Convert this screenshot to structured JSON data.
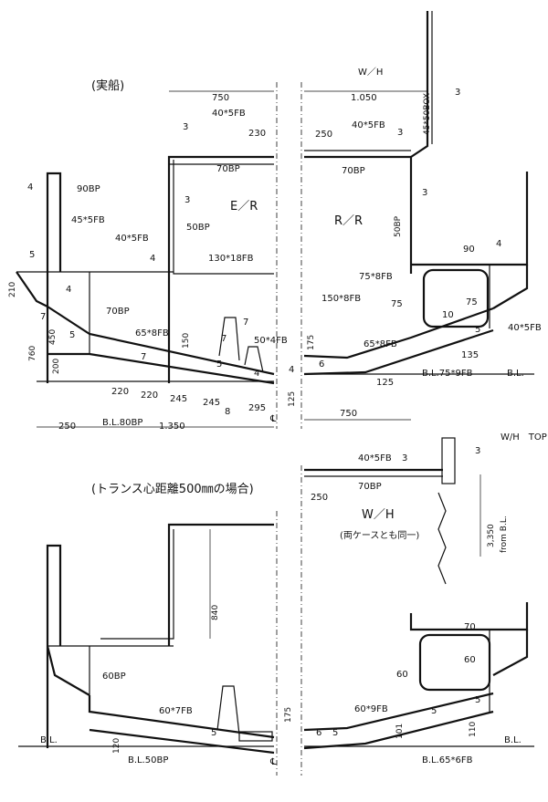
{
  "upper": {
    "title": "(実船)",
    "dims": {
      "d750_top": "750",
      "d1050": "1.050",
      "wh": "W／H",
      "d3_right": "3",
      "box": "45*50BOX",
      "fb40_left": "40*5FB",
      "fb40_right": "40*5FB",
      "d3_a": "3",
      "d3_b": "3",
      "d230": "230",
      "d250": "250",
      "bp70_left": "70BP",
      "bp70_right": "70BP",
      "d4_top": "4",
      "bp90": "90BP",
      "d3_er": "3",
      "er": "E／R",
      "rr": "R／R",
      "d3_rr": "3",
      "bp50_left": "50BP",
      "bp50_right": "50BP",
      "fb45": "45*5FB",
      "fb40_mid": "40*5FB",
      "d5": "5",
      "d4_mid": "4",
      "fb130": "130*18FB",
      "d90": "90",
      "d4_right": "4",
      "d210": "210",
      "bp70_bottom": "70BP",
      "fb75": "75*8FB",
      "fb150": "150*8FB",
      "d75_a": "75",
      "d75_b": "75",
      "d7_a": "7",
      "d4_box": "4",
      "d7_b": "7",
      "d7_c": "7",
      "d10": "10",
      "d5_right": "5",
      "fb40_bottom": "40*5FB",
      "fb65_left": "65*8FB",
      "fb65_right": "65*8FB",
      "d150": "150",
      "fb50": "50*4FB",
      "d175": "175",
      "d450": "450",
      "d760": "760",
      "d5_left": "5",
      "d200": "200",
      "d5_mid": "5",
      "d7_low": "7",
      "d4_low": "4",
      "d4_c": "4",
      "d6": "6",
      "d135": "135",
      "d220_a": "220",
      "d220_b": "220",
      "d245_a": "245",
      "d245_b": "245",
      "d8": "8",
      "d295": "295",
      "d125_a": "125",
      "d125_b": "125",
      "bl_right": "B.L.75*9FB",
      "bl_right2": "B.L.",
      "d250_bottom": "250",
      "bl80": "B.L.80BP",
      "d1350": "1.350",
      "d750_bottom": "750",
      "cl": "℄"
    }
  },
  "lower": {
    "title": "(トランス心距離500㎜の場合)",
    "wh_top": "W/H　TOP",
    "fb40": "40*5FB",
    "d3_a": "3",
    "d3_b": "3",
    "bp70": "70BP",
    "d250": "250",
    "wh": "W／H",
    "note": "(両ケースとも同一)",
    "d3350": "3,350",
    "from_bl": "from B.L.",
    "d840": "840",
    "bp60": "60BP",
    "d70": "70",
    "d60_a": "60",
    "d60_b": "60",
    "fb60_left": "60*7FB",
    "fb60_right": "60*9FB",
    "d175": "175",
    "d5_a": "5",
    "d5_b": "5",
    "d5_c": "5",
    "d5_d": "5",
    "d6": "6",
    "d120": "120",
    "d101": "101",
    "d110": "110",
    "bl_left": "B.L.",
    "bl_right": "B.L.",
    "bl50": "B.L.50BP",
    "bl65": "B.L.65*6FB",
    "cl": "℄"
  }
}
